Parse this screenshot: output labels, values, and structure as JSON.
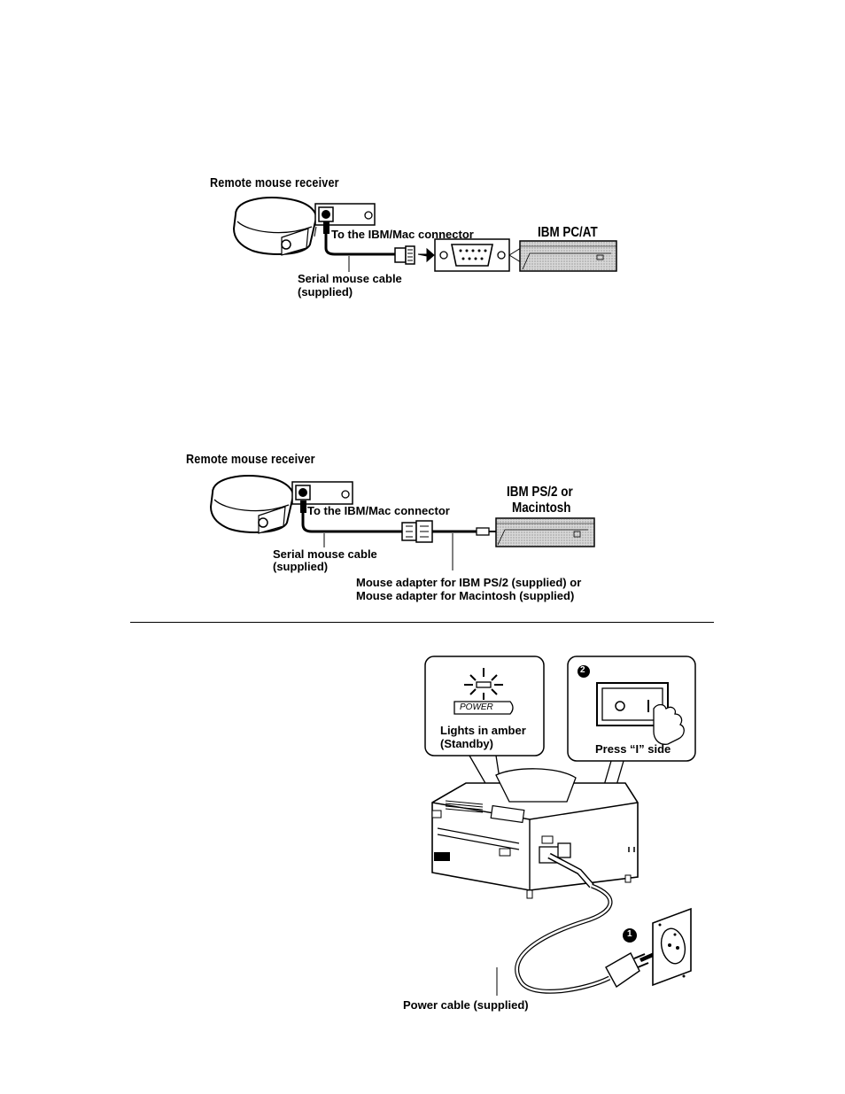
{
  "diagram1": {
    "heading": "Remote mouse receiver",
    "connector_label": "To the IBM/Mac connector",
    "cable_label_line1": "Serial mouse cable",
    "cable_label_line2": "(supplied)",
    "computer_label": "IBM PC/AT"
  },
  "diagram2": {
    "heading": "Remote mouse receiver",
    "connector_label": "To the IBM/Mac connector",
    "cable_label_line1": "Serial mouse cable",
    "cable_label_line2": "(supplied)",
    "computer_label_line1": "IBM PS/2 or",
    "computer_label_line2": "Macintosh",
    "adapter_label_line1": "Mouse adapter for IBM PS/2 (supplied) or",
    "adapter_label_line2": "Mouse adapter for Macintosh (supplied)"
  },
  "diagram3": {
    "power_button_text": "POWER",
    "indicator_line1": "Lights in amber",
    "indicator_line2": "(Standby)",
    "switch_step": "2",
    "switch_label": "Press “I” side",
    "outlet_step": "1",
    "cable_label": "Power cable (supplied)"
  }
}
